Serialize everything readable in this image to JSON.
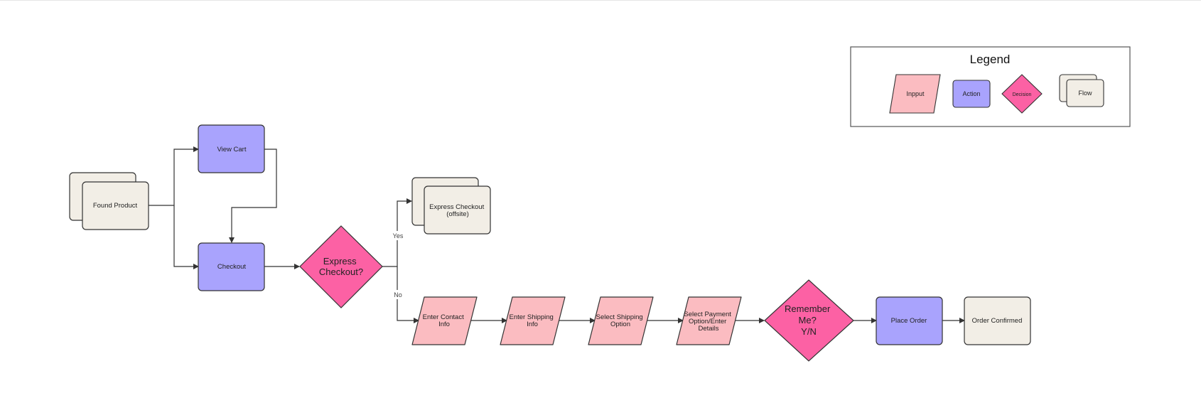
{
  "colors": {
    "input": "#fbbcc1",
    "action": "#a9a3fd",
    "decision": "#fc61a4",
    "flow": "#f2eee6",
    "stroke": "#333333"
  },
  "legend": {
    "title": "Legend",
    "input": "Inpput",
    "action": "Action",
    "decision": "Decision",
    "flow": "Flow"
  },
  "nodes": {
    "found_product": "Found Product",
    "view_cart": "View Cart",
    "checkout": "Checkout",
    "express_checkout_q": [
      "Express",
      "Checkout?"
    ],
    "express_checkout_offsite": [
      "Express Checkout",
      "(offsite)"
    ],
    "enter_contact": [
      "Enter Contact",
      "Info"
    ],
    "enter_shipping": [
      "Enter Shipping",
      "Info"
    ],
    "select_shipping": [
      "Select Shipping",
      "Option"
    ],
    "select_payment": [
      "Select Payment",
      "Option/Enter",
      "Details"
    ],
    "remember_me": [
      "Remember",
      "Me?",
      "Y/N"
    ],
    "place_order": "Place Order",
    "order_confirmed": "Order Confirmed"
  },
  "edges": {
    "yes": "Yes",
    "no": "No"
  }
}
